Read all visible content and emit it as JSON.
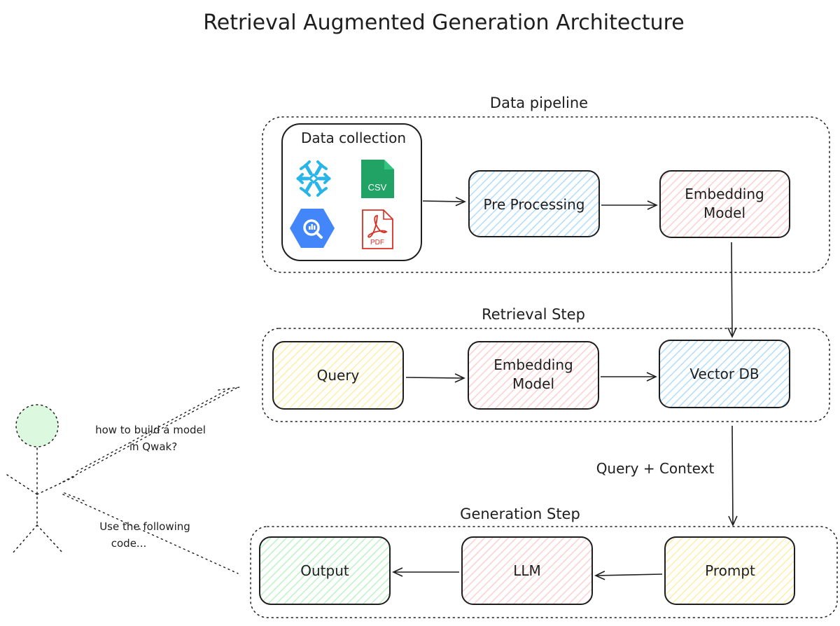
{
  "title": "Retrieval Augmented Generation Architecture",
  "groups": {
    "data_pipeline": "Data pipeline",
    "retrieval_step": "Retrieval Step",
    "generation_step": "Generation Step"
  },
  "data_collection": {
    "label": "Data collection",
    "icons": [
      {
        "name": "snowflake-icon",
        "color": "#29b5e8"
      },
      {
        "name": "csv-file-icon",
        "color": "#21a366",
        "text": "CSV"
      },
      {
        "name": "bigquery-icon",
        "color": "#4386fa"
      },
      {
        "name": "pdf-file-icon",
        "color": "#d93025",
        "text": "PDF"
      }
    ]
  },
  "boxes": {
    "pre_processing": "Pre Processing",
    "embedding_model_top": [
      "Embedding",
      "Model"
    ],
    "query": "Query",
    "embedding_model_mid": [
      "Embedding",
      "Model"
    ],
    "vector_db": "Vector DB",
    "prompt": "Prompt",
    "llm": "LLM",
    "output": "Output"
  },
  "edge_labels": {
    "query_context": "Query + Context"
  },
  "speech": {
    "question": [
      "how to build a model",
      "in Qwak?"
    ],
    "answer": [
      "Use the following",
      "code..."
    ]
  },
  "colors": {
    "blue_fill": "#a5d8ff",
    "pink_fill": "#ffc9c9",
    "yellow_fill": "#ffec99",
    "green_fill": "#b2f2bb",
    "stroke": "#1e1e1e"
  }
}
